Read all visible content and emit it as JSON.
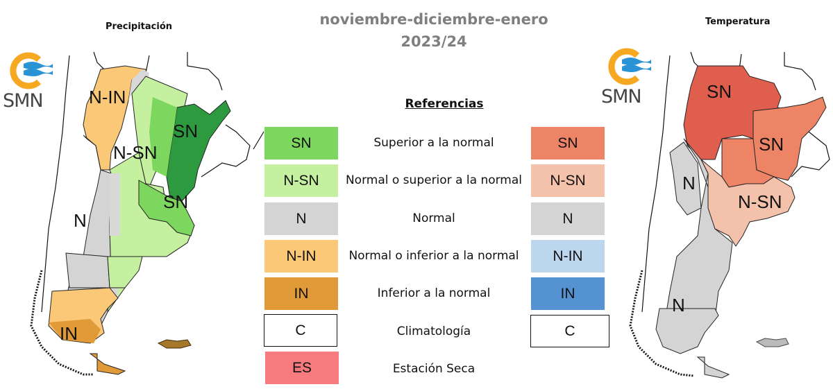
{
  "header": {
    "title_line1": "noviembre-diciembre-enero",
    "title_line2": "2023/24",
    "title_color": "#7f7f7f"
  },
  "panels": {
    "precipitation": {
      "title": "Precipitación",
      "logo_text": "SMN",
      "region_labels": [
        "N-IN",
        "N-SN",
        "SN",
        "SN",
        "N",
        "IN"
      ]
    },
    "temperature": {
      "title": "Temperatura",
      "logo_text": "SMN",
      "region_labels": [
        "SN",
        "SN",
        "N",
        "N-SN",
        "N"
      ]
    }
  },
  "legend": {
    "title": "Referencias",
    "rows": [
      {
        "code": "SN",
        "label": "Superior a la normal",
        "precip_color": "#7dd65e",
        "temp_code": "SN",
        "temp_color": "#ee8466"
      },
      {
        "code": "N-SN",
        "label": "Normal o superior a la normal",
        "precip_color": "#c4f0a0",
        "temp_code": "N-SN",
        "temp_color": "#f4c2ab"
      },
      {
        "code": "N",
        "label": "Normal",
        "precip_color": "#d4d4d4",
        "temp_code": "N",
        "temp_color": "#d4d4d4"
      },
      {
        "code": "N-IN",
        "label": "Normal o inferior a la normal",
        "precip_color": "#fbc878",
        "temp_code": "N-IN",
        "temp_color": "#bcd6ee"
      },
      {
        "code": "IN",
        "label": "Inferior a la normal",
        "precip_color": "#e09a38",
        "temp_code": "IN",
        "temp_color": "#5592d1"
      },
      {
        "code": "C",
        "label": "Climatología",
        "precip_color": "#ffffff",
        "temp_code": "C",
        "temp_color": "#ffffff"
      },
      {
        "code": "ES",
        "label": "Estación Seca",
        "precip_color": "#f77a7f"
      }
    ]
  },
  "colors": {
    "precip_dark_green": "#2e9a3f",
    "temp_dark_red": "#e05e4e",
    "logo_orange": "#f6a821",
    "logo_blue": "#2a93d5"
  }
}
